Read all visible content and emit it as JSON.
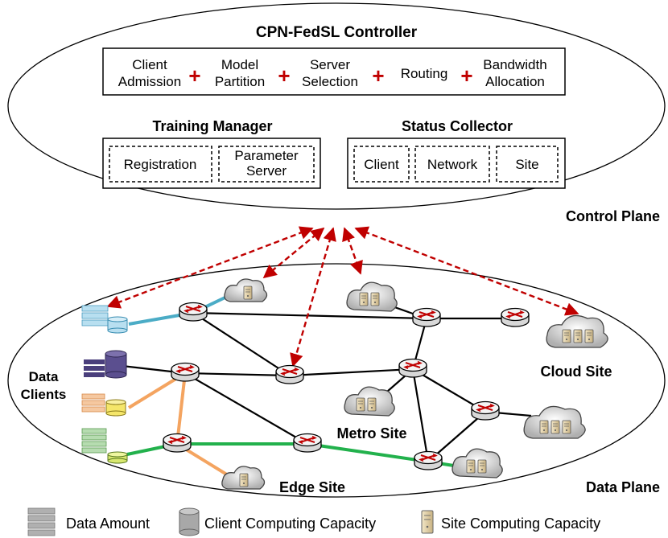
{
  "controller": {
    "title": "CPN-FedSL Controller",
    "modules": [
      {
        "line1": "Client",
        "line2": "Admission"
      },
      {
        "line1": "Model",
        "line2": "Partition"
      },
      {
        "line1": "Server",
        "line2": "Selection"
      },
      {
        "line1": "Routing",
        "line2": ""
      },
      {
        "line1": "Bandwidth",
        "line2": "Allocation"
      }
    ],
    "plus": "+",
    "plus_color": "#c00000"
  },
  "training_manager": {
    "title": "Training Manager",
    "items": [
      {
        "line1": "Registration",
        "line2": ""
      },
      {
        "line1": "Parameter",
        "line2": "Server"
      }
    ]
  },
  "status_collector": {
    "title": "Status Collector",
    "items": [
      {
        "line1": "Client",
        "line2": ""
      },
      {
        "line1": "Network",
        "line2": ""
      },
      {
        "line1": "Site",
        "line2": ""
      }
    ]
  },
  "planes": {
    "control": "Control Plane",
    "data": "Data Plane"
  },
  "labels": {
    "data_clients_1": "Data",
    "data_clients_2": "Clients",
    "cloud_site": "Cloud Site",
    "metro_site": "Metro Site",
    "edge_site": "Edge Site"
  },
  "legend": {
    "data_amount": "Data Amount",
    "client_capacity": "Client Computing Capacity",
    "site_capacity": "Site Computing Capacity"
  },
  "colors": {
    "arrow": "#c00000",
    "client_link_blue": "#4bacc6",
    "client_link_orange": "#f4a460",
    "client_link_green": "#22b14c",
    "client_blue": "#b8dff0",
    "client_purple": "#5b4f8f",
    "client_orange": "#f5a86a",
    "client_green": "#8ec07c"
  }
}
